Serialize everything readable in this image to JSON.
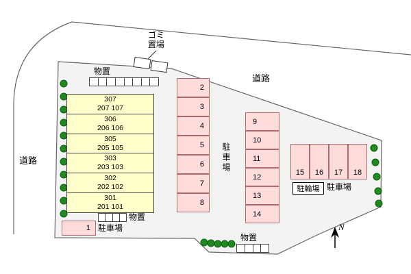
{
  "labels": {
    "road_top": "道路",
    "road_left": "道路",
    "garbage_line1": "ゴミ",
    "garbage_line2": "置場",
    "storage_top": "物置",
    "storage_mid": "物置",
    "storage_bottom": "物置",
    "parking_center_vertical": "駐車場",
    "parking_bottom_left": "駐車場",
    "parking_right": "駐車場",
    "bicycle_parking": "駐輪場",
    "north": "N"
  },
  "building": {
    "rows": [
      {
        "line1": "307",
        "line2": "207 107"
      },
      {
        "line1": "306",
        "line2": "206 106"
      },
      {
        "line1": "305",
        "line2": "205 105"
      },
      {
        "line1": "303",
        "line2": "203 103"
      },
      {
        "line1": "302",
        "line2": "202 102"
      },
      {
        "line1": "301",
        "line2": "201 101"
      }
    ]
  },
  "parking": {
    "stall_single": "1",
    "column_a": [
      "2",
      "3",
      "4",
      "5",
      "6",
      "7",
      "8"
    ],
    "column_b": [
      "9",
      "10",
      "11",
      "12",
      "13",
      "14"
    ],
    "row_c": [
      "15",
      "16",
      "17",
      "18"
    ]
  },
  "colors": {
    "site_fill": "#f3f3f3",
    "building_fill": "#ffffcc",
    "stall_fill": "#ffdcdc",
    "stall_border": "#b06868",
    "tree_green": "#1f8a1f",
    "boundary_line": "#666666"
  }
}
